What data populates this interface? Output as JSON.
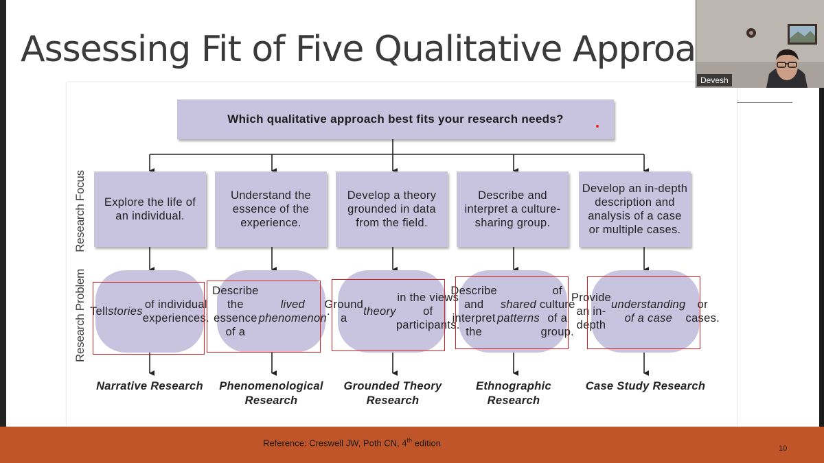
{
  "slide": {
    "title": "Assessing Fit of Five Qualitative Approac",
    "slide_number": "10"
  },
  "diagram": {
    "question": "Which qualitative approach best fits your research needs?",
    "row_labels": {
      "focus": "Research Focus",
      "problem": "Research Problem"
    },
    "columns": [
      {
        "focus": "Explore the life of an individual.",
        "problem_html": "Tell <i>stories</i> of individual experiences.",
        "approach": "Narrative Research"
      },
      {
        "focus": "Understand the essence of the experience.",
        "problem_html": "Describe the essence of a <i>lived phenomenon</i>.",
        "approach": "Phenomenological Research"
      },
      {
        "focus": "Develop a theory grounded in data from the field.",
        "problem_html": "Ground a <i>theory</i> in the views of participants.",
        "approach": "Grounded Theory Research"
      },
      {
        "focus": "Describe and interpret a culture-sharing group.",
        "problem_html": "Describe and interpret the <i>shared patterns</i> of culture of a group.",
        "approach": "Ethnographic Research"
      },
      {
        "focus": "Develop an in-depth description and analysis of a case or multiple cases.",
        "problem_html": "Provide an in-depth <i>understanding of a case</i> or cases.",
        "approach": "Case Study Research"
      }
    ],
    "colors": {
      "box_fill": "#c8c3df",
      "highlight_frame": "#d42020",
      "footer_bar": "#c0552a"
    }
  },
  "footer": {
    "reference_text": "Reference: Creswell JW, Poth CN, 4",
    "reference_sup": "th",
    "reference_suffix": " edition"
  },
  "video": {
    "participant_name": "Devesh"
  }
}
